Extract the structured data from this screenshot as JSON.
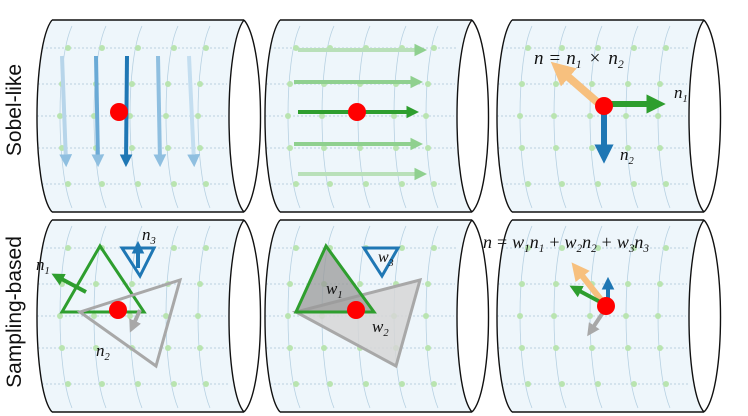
{
  "rows": [
    {
      "label": "Sobel-like"
    },
    {
      "label": "Sampling-based"
    }
  ],
  "sobel": {
    "formula": {
      "lhs": "n",
      "eq": "=",
      "a": "n",
      "a_sub": "1",
      "op": "×",
      "b": "n",
      "b_sub": "2"
    },
    "n1": {
      "base": "n",
      "sub": "1"
    },
    "n2": {
      "base": "n",
      "sub": "2"
    }
  },
  "sampling": {
    "n1": {
      "base": "n",
      "sub": "1"
    },
    "n2": {
      "base": "n",
      "sub": "2"
    },
    "n3": {
      "base": "n",
      "sub": "3"
    },
    "w1": {
      "base": "w",
      "sub": "1"
    },
    "w2": {
      "base": "w",
      "sub": "2"
    },
    "w3": {
      "base": "w",
      "sub": "3"
    },
    "formula": {
      "lhs": "n",
      "eq": "=",
      "t1w": "w",
      "t1ws": "1",
      "t1n": "n",
      "t1ns": "1",
      "plus1": "+",
      "t2w": "w",
      "t2ws": "2",
      "t2n": "n",
      "t2ns": "2",
      "plus2": "+",
      "t3w": "w",
      "t3ws": "3",
      "t3n": "n",
      "t3ns": "3"
    }
  },
  "colors": {
    "green": "#2e9e2e",
    "blue": "#1f77b4",
    "lightblue": "#8fbfe0",
    "orange": "#f7c07e",
    "gray": "#a8a8a8",
    "red": "#ff0000",
    "surface": "#eef6fb",
    "dot": "#b9e4b0"
  }
}
